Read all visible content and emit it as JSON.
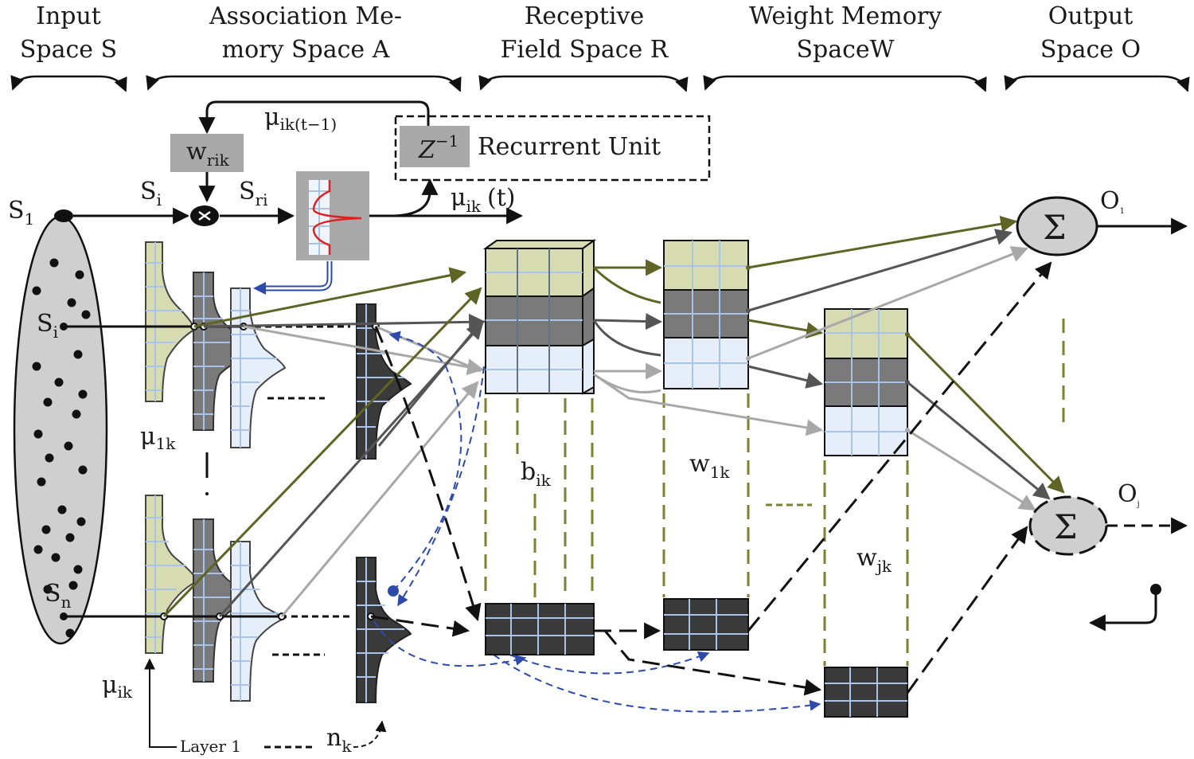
{
  "headers": {
    "input_1": "Input",
    "input_2": "Space S",
    "assoc_1": "Association Me-",
    "assoc_2": "mory Space A",
    "recept_1": "Receptive",
    "recept_2": "Field Space R",
    "weight_1": "Weight Memory",
    "weight_2": "SpaceW",
    "output_1": "Output",
    "output_2": "Space O"
  },
  "labels": {
    "s1_main": "S",
    "s1_sub": "1",
    "si_main": "S",
    "si_sub": "i",
    "sni_main": "S",
    "sni_sub": "n",
    "si_top_main": "S",
    "si_top_sub": "i",
    "sri_main": "S",
    "sri_sub": "ri",
    "wrik_main": "w",
    "wrik_sub": "rik",
    "mu_prev_main": "μ",
    "mu_prev_sub": "ik(t−1)",
    "z_main": "Z",
    "z_sup": "−1",
    "recurrent_unit": "Recurrent Unit",
    "mu_t_main": "μ",
    "mu_t_sub": "ik",
    "mu_t_suffix": "(t)",
    "mu1k_main": "μ",
    "mu1k_sub": "1k",
    "muik_main": "μ",
    "muik_sub": "ik",
    "layer1": "Layer 1",
    "nk_main": "n",
    "nk_sub": "k",
    "bik_main": "b",
    "bik_sub": "ik",
    "w1k_main": "w",
    "w1k_sub": "1k",
    "wjk_main": "w",
    "wjk_sub": "jk",
    "o1_main": "O",
    "o1_sub": "1",
    "oj_main": "O",
    "oj_sub": "j",
    "sigma": "Σ"
  },
  "colors": {
    "olive_fill": "#d6dbb2",
    "olive_line": "#5d6424",
    "dark_fill": "#7a7a7a",
    "dark_line": "#555555",
    "light_fill": "#e6eefa",
    "light_line": "#a8a8a8",
    "black_cell": "#3a3a3a",
    "grid_blue": "#a9c4e8",
    "blue_arrow": "#2d4aa8",
    "gray_box": "#a9a9a9",
    "ellipse": "#cfcfcf",
    "red_curve": "#e02020"
  }
}
